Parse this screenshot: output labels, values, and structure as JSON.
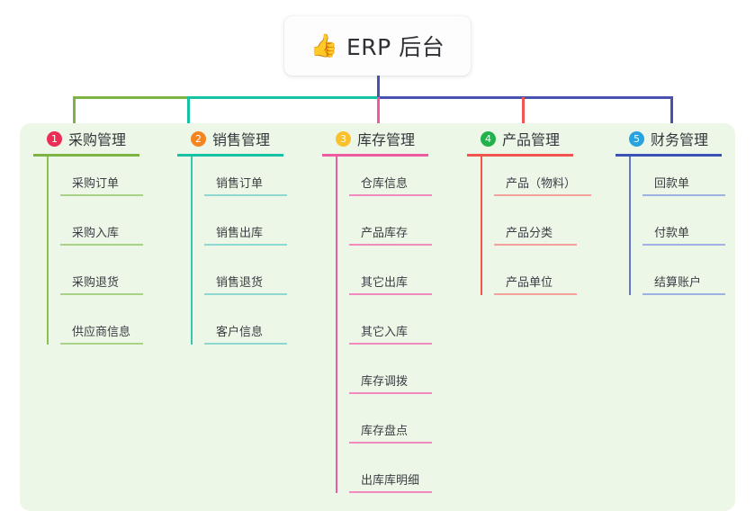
{
  "root": {
    "icon": "thumbs-up-icon",
    "icon_glyph": "👍",
    "title": "ERP 后台"
  },
  "palette": {
    "panel_bg": "#edf7e8",
    "page_bg": "#ffffff",
    "root_stem": "#4a52b0",
    "bus_green": "#7cb342",
    "bus_teal": "#17c2a4",
    "bus_blue": "#4a52b0"
  },
  "columns": [
    {
      "number": "1",
      "title": "采购管理",
      "badge_color": "#ec2d56",
      "rule_color": "#7cb342",
      "spine_color": "#8cc152",
      "leaf_rule_color": "#a8d287",
      "drop_color": "#7cb342",
      "items": [
        {
          "label": "采购订单"
        },
        {
          "label": "采购入库"
        },
        {
          "label": "采购退货"
        },
        {
          "label": "供应商信息"
        }
      ]
    },
    {
      "number": "2",
      "title": "销售管理",
      "badge_color": "#f5851f",
      "rule_color": "#17c2a4",
      "spine_color": "#39c6b0",
      "leaf_rule_color": "#8ed9cf",
      "drop_color": "#17c2a4",
      "items": [
        {
          "label": "销售订单"
        },
        {
          "label": "销售出库"
        },
        {
          "label": "销售退货"
        },
        {
          "label": "客户信息"
        }
      ]
    },
    {
      "number": "3",
      "title": "库存管理",
      "badge_color": "#fbc02d",
      "rule_color": "#ee5ba0",
      "spine_color": "#ee5ba0",
      "leaf_rule_color": "#f08cbc",
      "drop_color": "#ee5ba0",
      "items": [
        {
          "label": "仓库信息"
        },
        {
          "label": "产品库存"
        },
        {
          "label": "其它出库"
        },
        {
          "label": "其它入库"
        },
        {
          "label": "库存调拨"
        },
        {
          "label": "库存盘点"
        },
        {
          "label": "出库库明细"
        }
      ]
    },
    {
      "number": "4",
      "title": "产品管理",
      "badge_color": "#22b14c",
      "rule_color": "#f2554f",
      "spine_color": "#f2554f",
      "leaf_rule_color": "#f5a09c",
      "drop_color": "#f2554f",
      "items": [
        {
          "label": "产品（物料）",
          "wide": true
        },
        {
          "label": "产品分类"
        },
        {
          "label": "产品单位"
        }
      ]
    },
    {
      "number": "5",
      "title": "财务管理",
      "badge_color": "#29a3e0",
      "rule_color": "#3a52b5",
      "spine_color": "#5f79cc",
      "leaf_rule_color": "#9fb0e2",
      "drop_color": "#4a52b0",
      "items": [
        {
          "label": "回款单"
        },
        {
          "label": "付款单"
        },
        {
          "label": "结算账户"
        }
      ]
    }
  ]
}
